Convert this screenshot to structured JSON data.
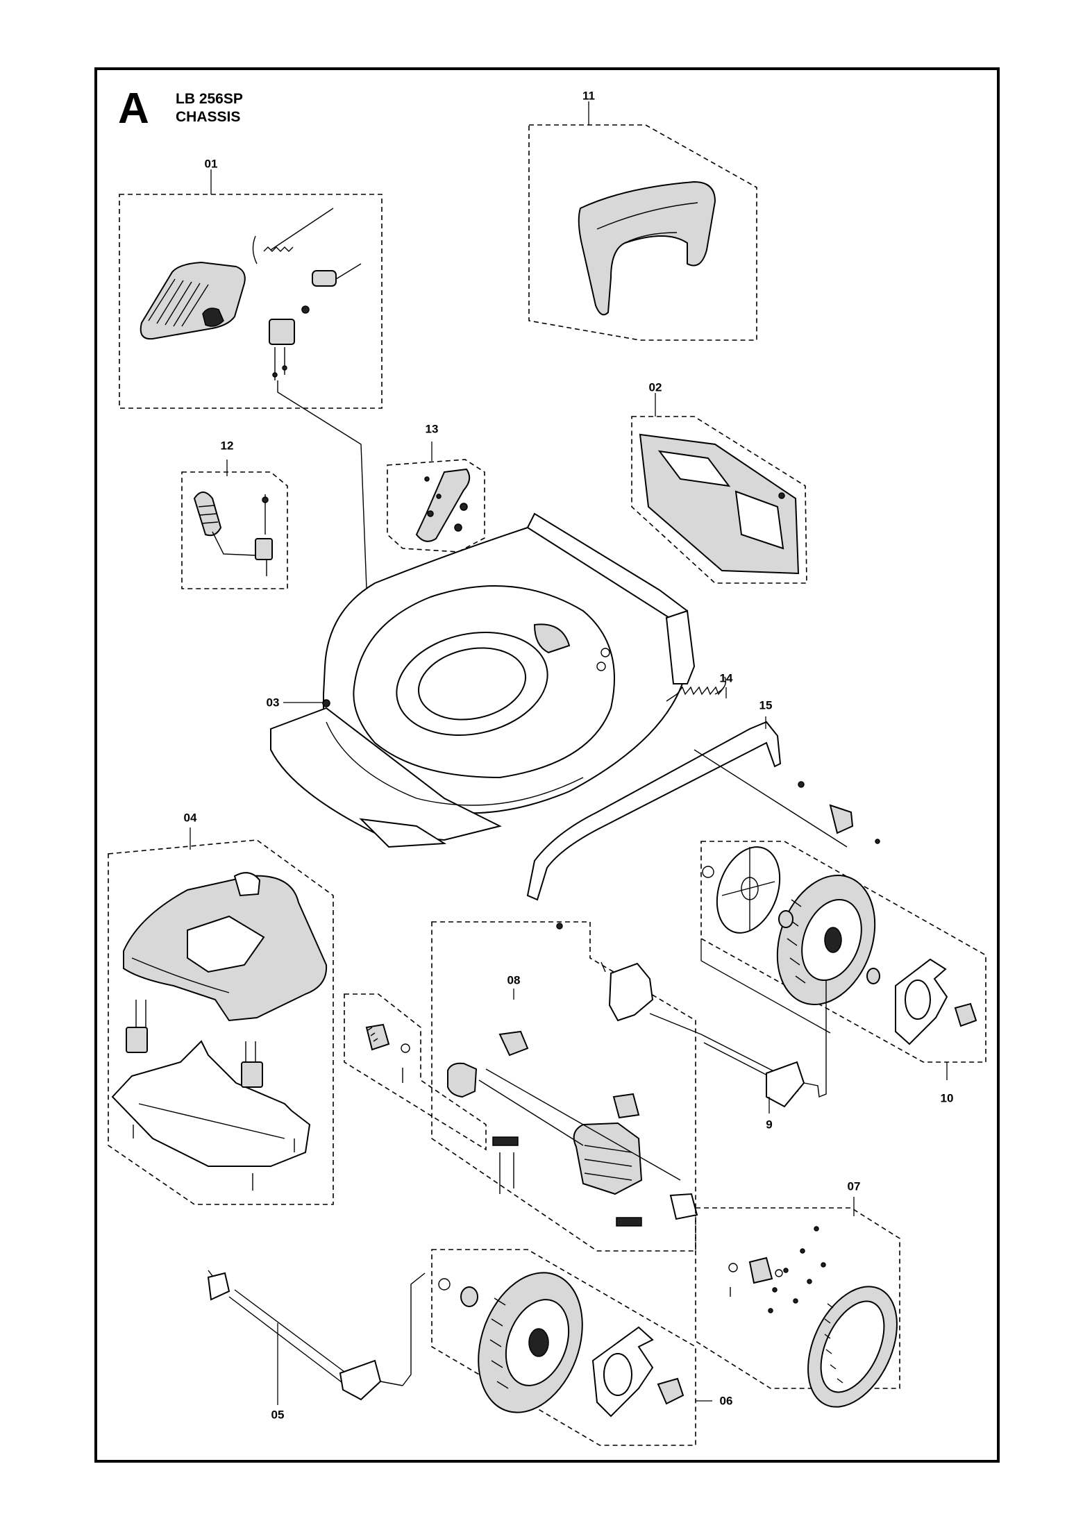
{
  "header": {
    "section": "A",
    "model": "LB 256SP",
    "group": "CHASSIS"
  },
  "callouts": {
    "c01": "01",
    "c02": "02",
    "c03": "03",
    "c04": "04",
    "c05": "05",
    "c06": "06",
    "c07": "07",
    "c08": "08",
    "c09": "9",
    "c10": "10",
    "c11": "11",
    "c12": "12",
    "c13": "13",
    "c14": "14",
    "c15": "15"
  }
}
